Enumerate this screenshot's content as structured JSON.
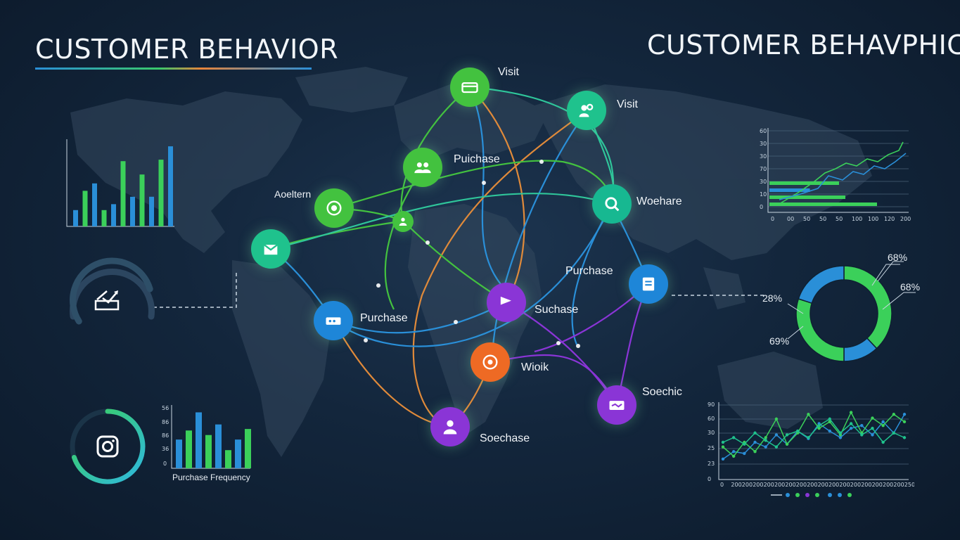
{
  "header": {
    "title_left": "CUSTOMER BEHAVIOR",
    "title_right": "CUSTOMER BEHAVPHICS"
  },
  "nodes": [
    {
      "id": "n1",
      "label": "Visit",
      "icon": "storefront-icon",
      "color": "#43c23f"
    },
    {
      "id": "n2",
      "label": "Visit",
      "icon": "users-icon",
      "color": "#1fc28d"
    },
    {
      "id": "n3",
      "label": "Puichase",
      "icon": "group-icon",
      "color": "#43c23f"
    },
    {
      "id": "n4",
      "label": "Aoeltern",
      "icon": "badge-icon",
      "color": "#43c23f"
    },
    {
      "id": "n5",
      "label": "",
      "icon": "person-icon",
      "color": "#43c23f"
    },
    {
      "id": "n6",
      "label": "Woehare",
      "icon": "search-icon",
      "color": "#17b891"
    },
    {
      "id": "n7",
      "label": "",
      "icon": "envelope-icon",
      "color": "#1fc28d"
    },
    {
      "id": "n8",
      "label": "Purchase",
      "icon": "ticket-icon",
      "color": "#1e86d8"
    },
    {
      "id": "n9",
      "label": "Suchase",
      "icon": "flag-icon",
      "color": "#8a35d6"
    },
    {
      "id": "n10",
      "label": "",
      "icon": "document-icon",
      "color": "#1e86d8"
    },
    {
      "id": "n11",
      "label": "Wioik",
      "icon": "target-icon",
      "color": "#ee6a24"
    },
    {
      "id": "n12",
      "label": "Soechic",
      "icon": "card-icon",
      "color": "#8a35d6"
    },
    {
      "id": "n13",
      "label": "Soechase",
      "icon": "person-icon",
      "color": "#8a35d6"
    }
  ],
  "floating_labels": {
    "purchase_mid": "Purchase"
  },
  "left_bar_chart": {
    "values": [
      22,
      48,
      58,
      22,
      30,
      88,
      40,
      70,
      40,
      90,
      108
    ]
  },
  "purchase_frequency_chart": {
    "label": "Purchase Frequency",
    "y_ticks": [
      "56",
      "86",
      "86",
      "36",
      "0"
    ],
    "values": [
      38,
      50,
      74,
      44,
      58,
      24,
      38,
      52
    ]
  },
  "donut": {
    "labels": [
      "68%",
      "68%",
      "28%",
      "69%"
    ],
    "segments": [
      {
        "value": 38,
        "color": "#3bd05a"
      },
      {
        "value": 12,
        "color": "#2a8fd8"
      },
      {
        "value": 30,
        "color": "#3bd05a"
      },
      {
        "value": 20,
        "color": "#2a8fd8"
      }
    ]
  },
  "gauges": [
    {
      "icon": "chart-board-icon",
      "progress": 0.8,
      "color": "#2e4f68"
    },
    {
      "icon": "instagram-icon",
      "progress": 0.7,
      "color": "#2fb8e0"
    }
  ],
  "top_right_chart": {
    "y_ticks": [
      "60",
      "30",
      "30",
      "70",
      "30",
      "10",
      "0"
    ],
    "x_ticks": [
      "0",
      "00",
      "50",
      "50",
      "50",
      "100",
      "100",
      "120",
      "200"
    ],
    "bars": [
      {
        "value": 0.55,
        "color": "#3bd05a"
      },
      {
        "value": 0.32,
        "color": "#2a8fd8"
      },
      {
        "value": 0.6,
        "color": "#3bd05a"
      },
      {
        "value": 0.85,
        "color": "#3bd05a"
      }
    ]
  },
  "bottom_right_chart": {
    "y_ticks": [
      "90",
      "60",
      "30",
      "25",
      "23",
      "0"
    ],
    "x_ticks": [
      "0",
      "200",
      "200",
      "200",
      "200",
      "200",
      "200",
      "200",
      "200",
      "200",
      "200",
      "200",
      "200",
      "200",
      "200",
      "200",
      "200",
      "250"
    ],
    "series": [
      {
        "color": "#2a8fd8",
        "values": [
          22,
          30,
          28,
          40,
          35,
          48,
          38,
          52,
          44,
          60,
          52,
          45,
          55,
          58,
          48,
          62,
          50,
          70
        ]
      },
      {
        "color": "#3bd05a",
        "values": [
          35,
          25,
          40,
          30,
          45,
          65,
          38,
          50,
          70,
          55,
          62,
          48,
          72,
          50,
          66,
          58,
          70,
          62
        ]
      },
      {
        "color": "#1fc28d",
        "values": [
          40,
          45,
          38,
          50,
          42,
          35,
          48,
          52,
          45,
          58,
          65,
          50,
          60,
          48,
          55,
          40,
          50,
          45
        ]
      }
    ]
  }
}
